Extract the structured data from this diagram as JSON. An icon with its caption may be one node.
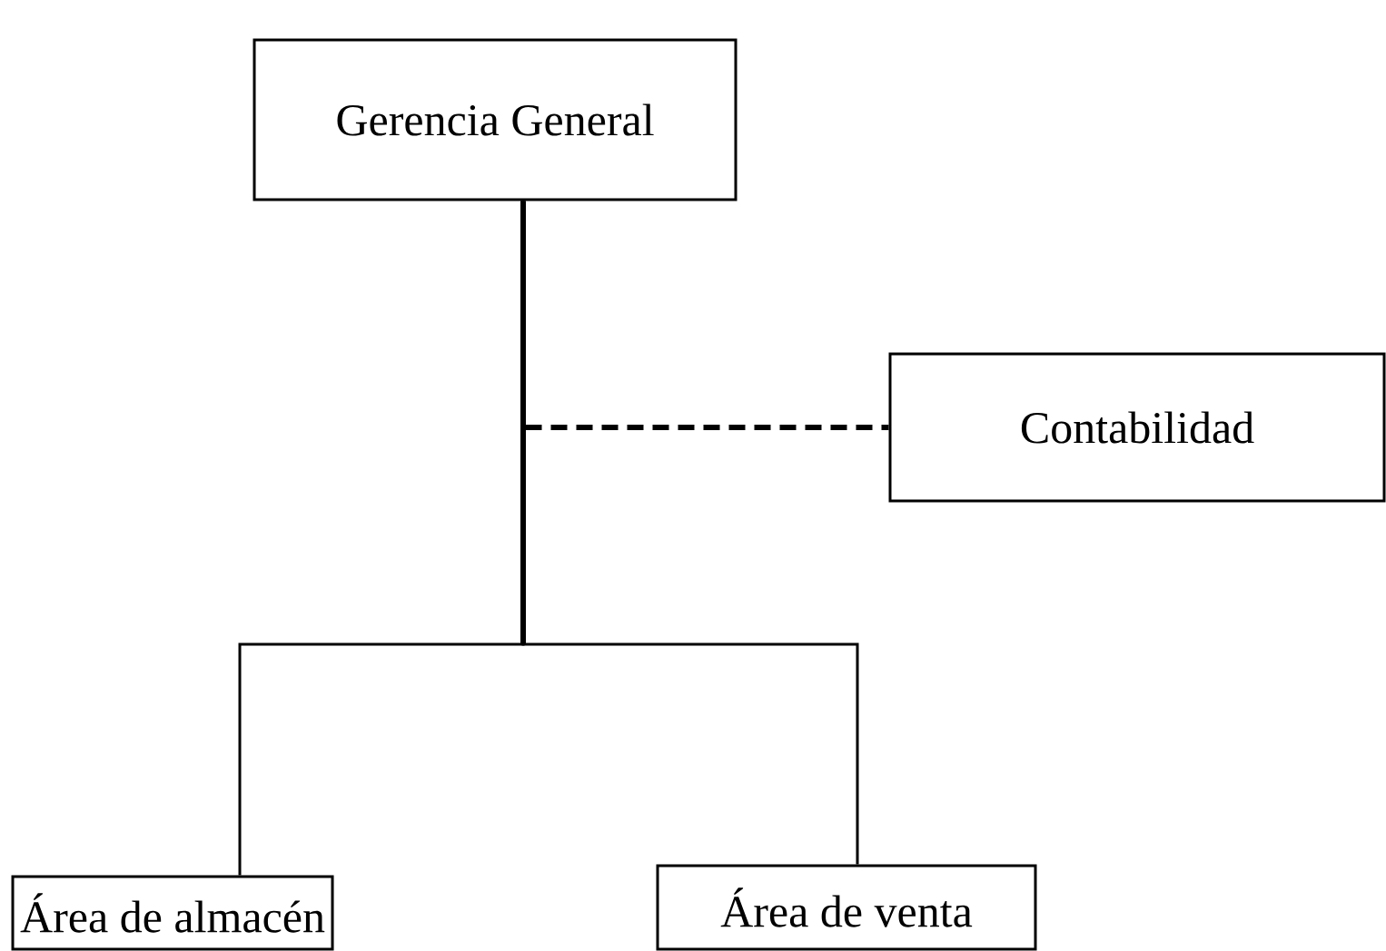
{
  "diagram": {
    "nodes": [
      {
        "text": [
          "Gerencia General"
        ]
      },
      {
        "text": [
          "Contabilidad"
        ]
      },
      {
        "text": [
          "Área de almacén"
        ]
      },
      {
        "text": [
          "Área de venta"
        ]
      }
    ],
    "edges": [
      {
        "from": 0,
        "to": 1,
        "arrow": "none",
        "style": "dashed"
      },
      {
        "from": 0,
        "to": 2,
        "arrow": "none"
      },
      {
        "from": 0,
        "to": 3,
        "arrow": "none"
      }
    ]
  }
}
